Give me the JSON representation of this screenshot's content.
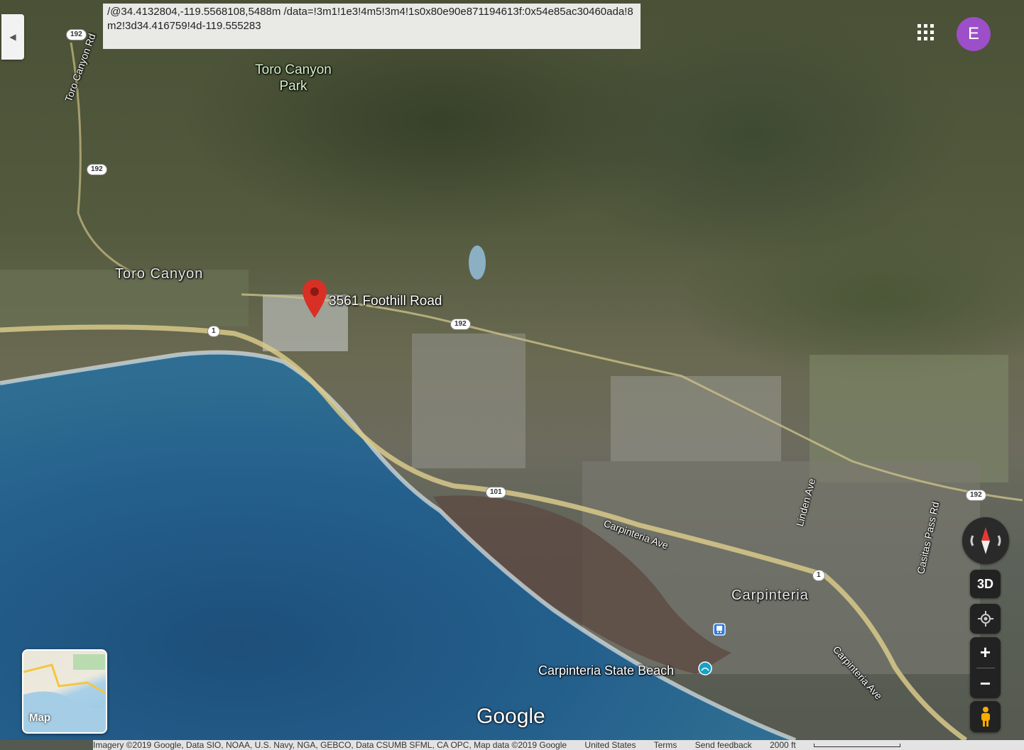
{
  "url_bar": {
    "text": "/@34.4132804,-119.5568108,5488m /data=!3m1!1e3!4m5!3m4!1s0x80e90e871194613f:0x54e85ac30460ada!8m2!3d34.416759!4d-119.555283"
  },
  "place_labels": {
    "toro_canyon_park": "Toro Canyon Park",
    "toro_canyon": "Toro Canyon",
    "foothill_road": "3561 Foothill Road",
    "carpinteria": "Carpinteria",
    "carpinteria_state_beach": "Carpinteria State Beach"
  },
  "road_labels": {
    "toro_canyon_rd": "Toro Canyon Rd",
    "carpinteria_ave": "Carpinteria Ave",
    "carpinteria_ave_2": "Carpinteria Ave",
    "linden_ave": "Linden Ave",
    "casitas_pass_rd": "Casitas Pass Rd"
  },
  "route_shields": {
    "r192_a": "192",
    "r192_b": "192",
    "r192_c": "192",
    "r192_d": "192",
    "r1_a": "1",
    "r1_b": "1",
    "r101": "101"
  },
  "account": {
    "initial": "E",
    "color": "#9c4fc9"
  },
  "layer_switcher": {
    "label": "Map"
  },
  "controls": {
    "three_d_label": "3D",
    "zoom_in": "+",
    "zoom_out": "−"
  },
  "branding": {
    "logo": "Google"
  },
  "footer": {
    "imagery": "Imagery ©2019 Google, Data SIO, NOAA, U.S. Navy, NGA, GEBCO, Data CSUMB SFML, CA OPC, Map data ©2019 Google",
    "country": "United States",
    "terms": "Terms",
    "feedback": "Send feedback",
    "scale": "2000 ft"
  },
  "colors": {
    "marker": "#d93025",
    "ocean": "#1f5a85",
    "highway": "#d8c98a"
  },
  "icons": {
    "collapse": "chevron-left-icon",
    "apps": "apps-grid-icon",
    "marker": "map-pin-icon",
    "compass": "compass-icon",
    "location": "my-location-icon",
    "pegman": "pegman-icon",
    "beach": "beach-icon",
    "transit": "transit-icon"
  }
}
